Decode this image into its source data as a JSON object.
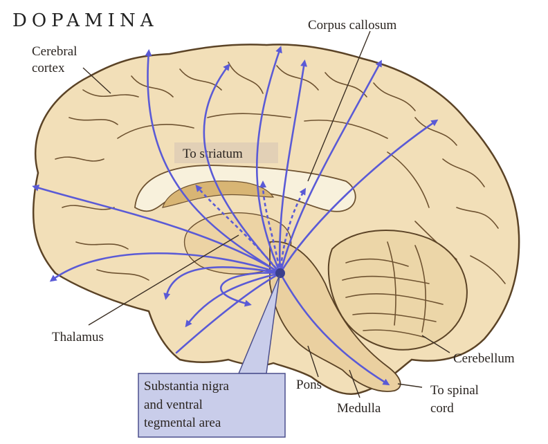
{
  "title": "DOPAMINA",
  "labels": {
    "corpus_callosum": "Corpus callosum",
    "cerebral_cortex_line1": "Cerebral",
    "cerebral_cortex_line2": "cortex",
    "to_striatum": "To striatum",
    "thalamus": "Thalamus",
    "cerebellum": "Cerebellum",
    "pons": "Pons",
    "medulla": "Medulla",
    "to_spinal_cord_line1": "To spinal",
    "to_spinal_cord_line2": "cord",
    "substantia_line1": "Substantia nigra",
    "substantia_line2": "and ventral",
    "substantia_line3": "tegmental area"
  },
  "colors": {
    "brain_fill": "#f2dfb8",
    "brain_outline": "#5b4326",
    "pathway": "#5a5ad6",
    "callosum": "#f8f1dc",
    "ventricle": "#d8b574",
    "striatum_box": "#e2d0b6",
    "substantia_box": "#c9cdea",
    "substantia_border": "#4b4e8c"
  }
}
